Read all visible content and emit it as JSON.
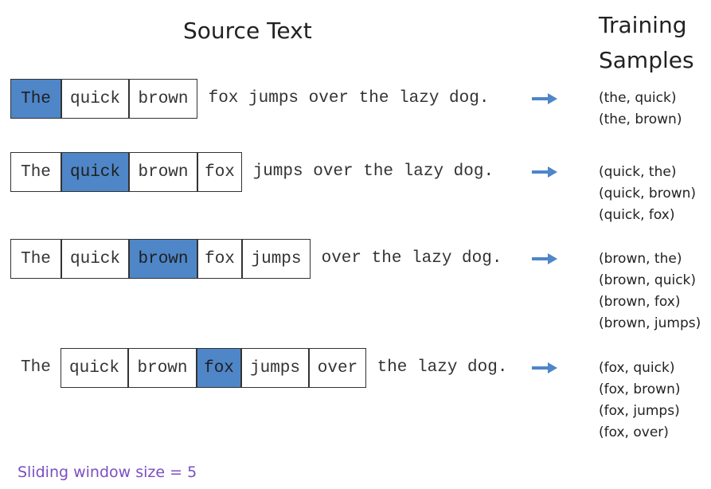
{
  "header": {
    "source": "Source Text",
    "training_line1": "Training",
    "training_line2": "Samples"
  },
  "rows": [
    {
      "tokens": [
        "The",
        "quick",
        "brown"
      ],
      "tail": " fox jumps over the lazy dog.",
      "samples": [
        "(the, quick)",
        "(the, brown)"
      ]
    },
    {
      "tokens": [
        "The",
        "quick",
        "brown",
        "fox"
      ],
      "tail": " jumps over the lazy dog.",
      "samples": [
        "(quick, the)",
        "(quick, brown)",
        "(quick, fox)"
      ]
    },
    {
      "tokens": [
        "The",
        "quick",
        "brown",
        "fox",
        "jumps"
      ],
      "tail": " over the lazy dog.",
      "samples": [
        "(brown, the)",
        "(brown, quick)",
        "(brown, fox)",
        "(brown, jumps)"
      ]
    },
    {
      "lead": "The",
      "tokens": [
        "quick",
        "brown",
        "fox",
        "jumps",
        "over"
      ],
      "tail": " the lazy dog.",
      "samples": [
        "(fox, quick)",
        "(fox, brown)",
        "(fox, jumps)",
        "(fox, over)"
      ]
    }
  ],
  "footer": "Sliding window size = 5",
  "colors": {
    "highlight": "#4e86c8",
    "arrow": "#4e86c8",
    "footer": "#7b4fc2"
  }
}
